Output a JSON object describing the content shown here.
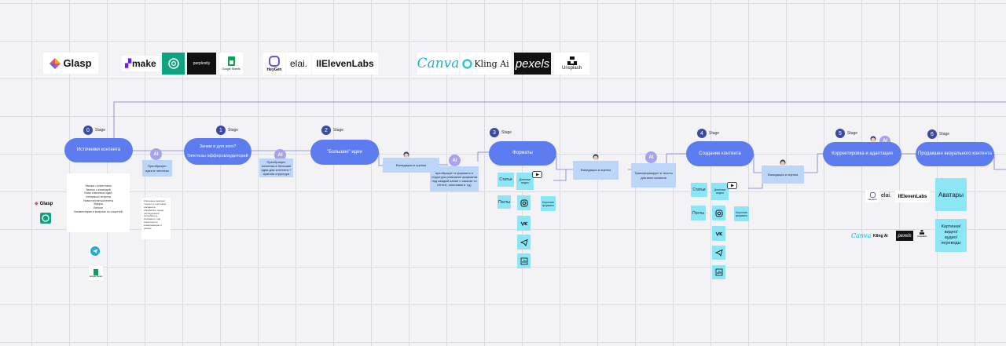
{
  "tools_row": {
    "glasp": "Glasp",
    "make": "make",
    "perplexity": "perplexity",
    "google_sheets": "Google Sheets",
    "heygen": "HeyGen",
    "elai": "elai.",
    "elevenlabs": "IIElevenLabs",
    "canva": "Canva",
    "kling": "Kling Ai",
    "pexels": "pexels",
    "unsplash": "Unsplash"
  },
  "stage_word": "Stage",
  "stages": [
    {
      "num": "0",
      "title": "Источники контента"
    },
    {
      "num": "1",
      "title": "Зачем и для кого?\n\nГипотезы офферов/аудиторий"
    },
    {
      "num": "2",
      "title": "\"Большие\" идеи"
    },
    {
      "num": "3",
      "title": "Форматы"
    },
    {
      "num": "4",
      "title": "Создание контента"
    },
    {
      "num": "5",
      "title": "Корректировка и адаптация"
    },
    {
      "num": "6",
      "title": "Продакшен визуального контента"
    }
  ],
  "ai_label": "AI",
  "process_boxes": {
    "s0": "Преобразует идеи в гипотезы",
    "s1": "Преобразует гипотезы в большие идеи для контента + краткая структура",
    "val": "Валидация и оценка",
    "s2": "преобразует в форматы и структура (описание форматов под каждый канал с языком т.к tdt text, заголовки и т.д)",
    "s3": "Трансформирует в тексты для всех каналов"
  },
  "source_list": [
    "Звонки с клиентами",
    "Звонки с командой",
    "Базы ключевых идей",
    "Интервью/ встречи",
    "Новости/статьи/отчеты",
    "Эфиры",
    "Личное",
    "Комментарии и вопросы из соцсетей"
  ],
  "source_note": "Ключевые выводы/ \"сорсы\" в текстовом документе, обработать перед последующей потребность ключевого, под смыслом/ по коммуникации и увязан",
  "left_stack": {
    "glasp": "Glasp"
  },
  "sheets_caption": "Google Sheets",
  "formats": {
    "article": "Статьи",
    "posts": "Посты",
    "long_video": "Длинные видео",
    "short_video": "Короткие форматы",
    "dots": "..."
  },
  "stage6": {
    "avatars": "Аватары",
    "media": "Картинки/ видео/ аудио/ переводы"
  }
}
